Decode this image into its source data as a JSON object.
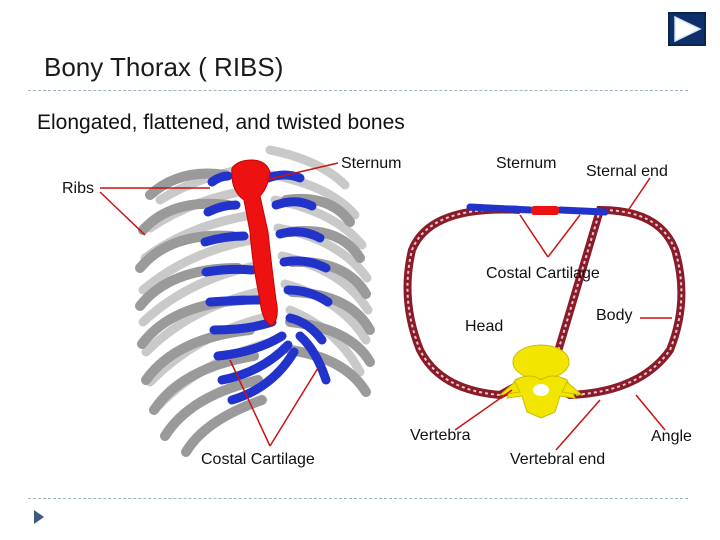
{
  "slide": {
    "title": "Bony Thorax ( RIBS)",
    "subtitle": "Elongated, flattened, and twisted bones"
  },
  "labels": {
    "ribs": "Ribs",
    "sternum_left": "Sternum",
    "costal_cartilage_left": "Costal Cartilage",
    "sternum_right": "Sternum",
    "sternal_end": "Sternal end",
    "costal_cartilage_right": "Costal Cartilage",
    "head": "Head",
    "body": "Body",
    "vertebra": "Vertebra",
    "angle": "Angle",
    "vertebral_end": "Vertebral end"
  },
  "icons": {
    "next_slide": "play-triangle-icon",
    "bullet": "bullet-triangle-icon"
  },
  "colors": {
    "sternum": "#ee1111",
    "cartilage": "#2233cc",
    "rib_bone": "#9a9a9a",
    "vertebra": "#f2e600",
    "rib_cortex": "#8a1c2a",
    "leader_line": "#cc1111",
    "nav_button": "#0f2f6b"
  }
}
